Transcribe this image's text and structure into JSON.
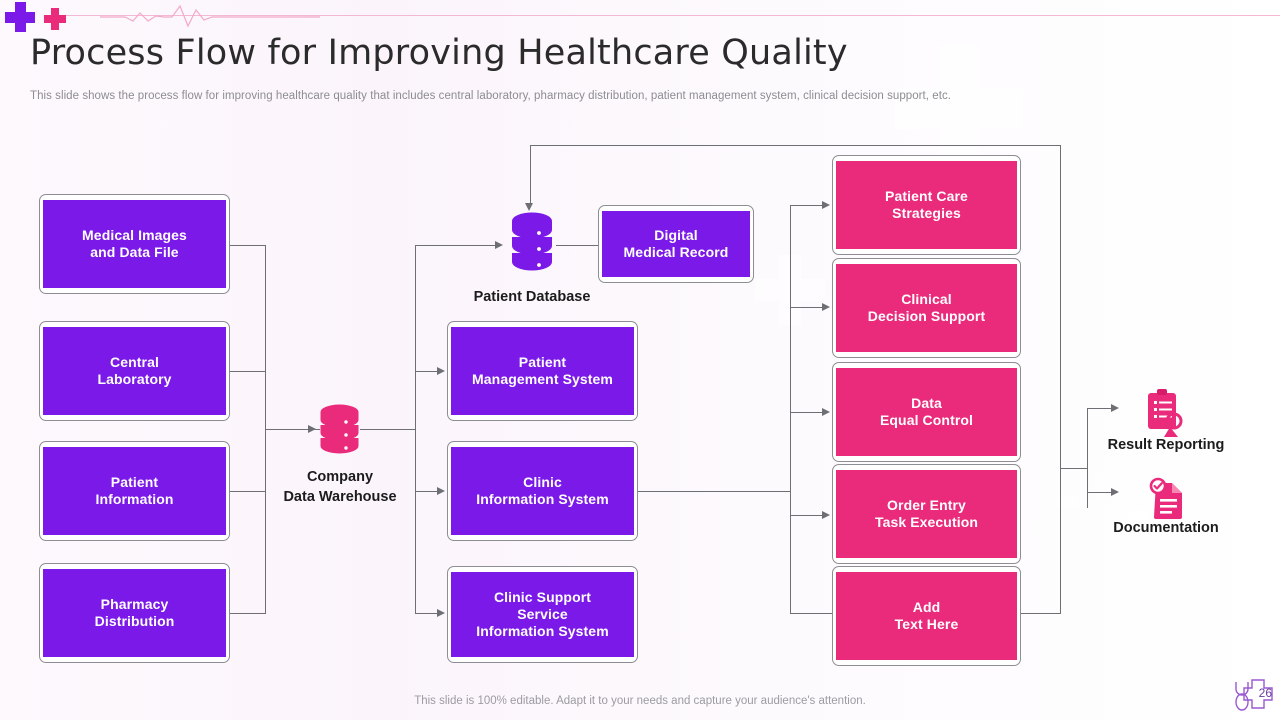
{
  "header": {
    "title": "Process Flow for Improving Healthcare Quality",
    "subtitle": "This slide shows the process flow for improving healthcare quality that includes central laboratory, pharmacy distribution, patient management system, clinical decision support, etc."
  },
  "footer": {
    "note": "This slide is 100% editable. Adapt it to your needs and capture your audience's attention.",
    "page_number": "26"
  },
  "colors": {
    "purple": "#7b19e8",
    "pink": "#ea2a7b",
    "connector": "#6e6e75",
    "background": "#fbf7fc",
    "text_dark": "#2b2b2b",
    "subtitle_grey": "#8c8c92"
  },
  "flow": {
    "inputs": [
      {
        "label": "Medical Images\nand Data File",
        "line1": "Medical Images",
        "line2": "and Data File"
      },
      {
        "label": "Central Laboratory",
        "line1": "Central",
        "line2": "Laboratory"
      },
      {
        "label": "Patient Information",
        "line1": "Patient",
        "line2": "Information"
      },
      {
        "label": "Pharmacy Distribution",
        "line1": "Pharmacy",
        "line2": "Distribution"
      }
    ],
    "warehouse": {
      "line1": "Company",
      "line2": "Data Warehouse",
      "icon": "database-icon"
    },
    "database": {
      "label": "Patient Database",
      "icon": "database-icon"
    },
    "systems": [
      {
        "line1": "Digital",
        "line2": "Medical Record",
        "line3": ""
      },
      {
        "line1": "Patient",
        "line2": "Management System",
        "line3": ""
      },
      {
        "line1": "Clinic",
        "line2": "Information  System",
        "line3": ""
      },
      {
        "line1": "Clinic  Support",
        "line2": "Service",
        "line3": "Information  System"
      }
    ],
    "outcomes": [
      {
        "line1": "Patient Care",
        "line2": "Strategies"
      },
      {
        "line1": "Clinical",
        "line2": "Decision Support"
      },
      {
        "line1": "Data",
        "line2": "Equal Control"
      },
      {
        "line1": "Order Entry",
        "line2": "Task Execution"
      },
      {
        "line1": "Add",
        "line2": "Text Here"
      }
    ],
    "results": [
      {
        "label": "Result Reporting",
        "icon": "clipboard-search-icon"
      },
      {
        "label": "Documentation",
        "icon": "document-check-icon"
      }
    ]
  }
}
